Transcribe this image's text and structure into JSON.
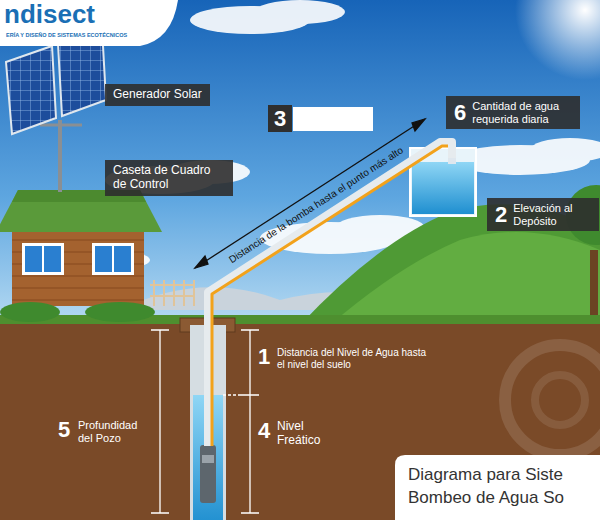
{
  "diagram": {
    "nodes": [
      {
        "text": [
          "Generador Solar"
        ]
      },
      {
        "text": [
          "Caseta de Cuadro de Control"
        ]
      },
      {
        "text": [
          "6",
          "Cantidad de agua requerida diaria"
        ]
      },
      {
        "text": [
          "2",
          "Elevación al Depósito"
        ]
      }
    ],
    "labels": [
      "ndisect",
      "ERÍA Y DISEÑO DE SISTEMAS ECOTÉCNICOS",
      "3",
      "Distancia de la bomba hasta el punto más alto",
      "1",
      "Distancia del Nivel de Agua hasta el nivel del suelo",
      "4",
      "Nivel Freático",
      "5",
      "Profundidad del Pozo",
      "Diagrama para Siste",
      "Bombeo de Agua So"
    ]
  }
}
